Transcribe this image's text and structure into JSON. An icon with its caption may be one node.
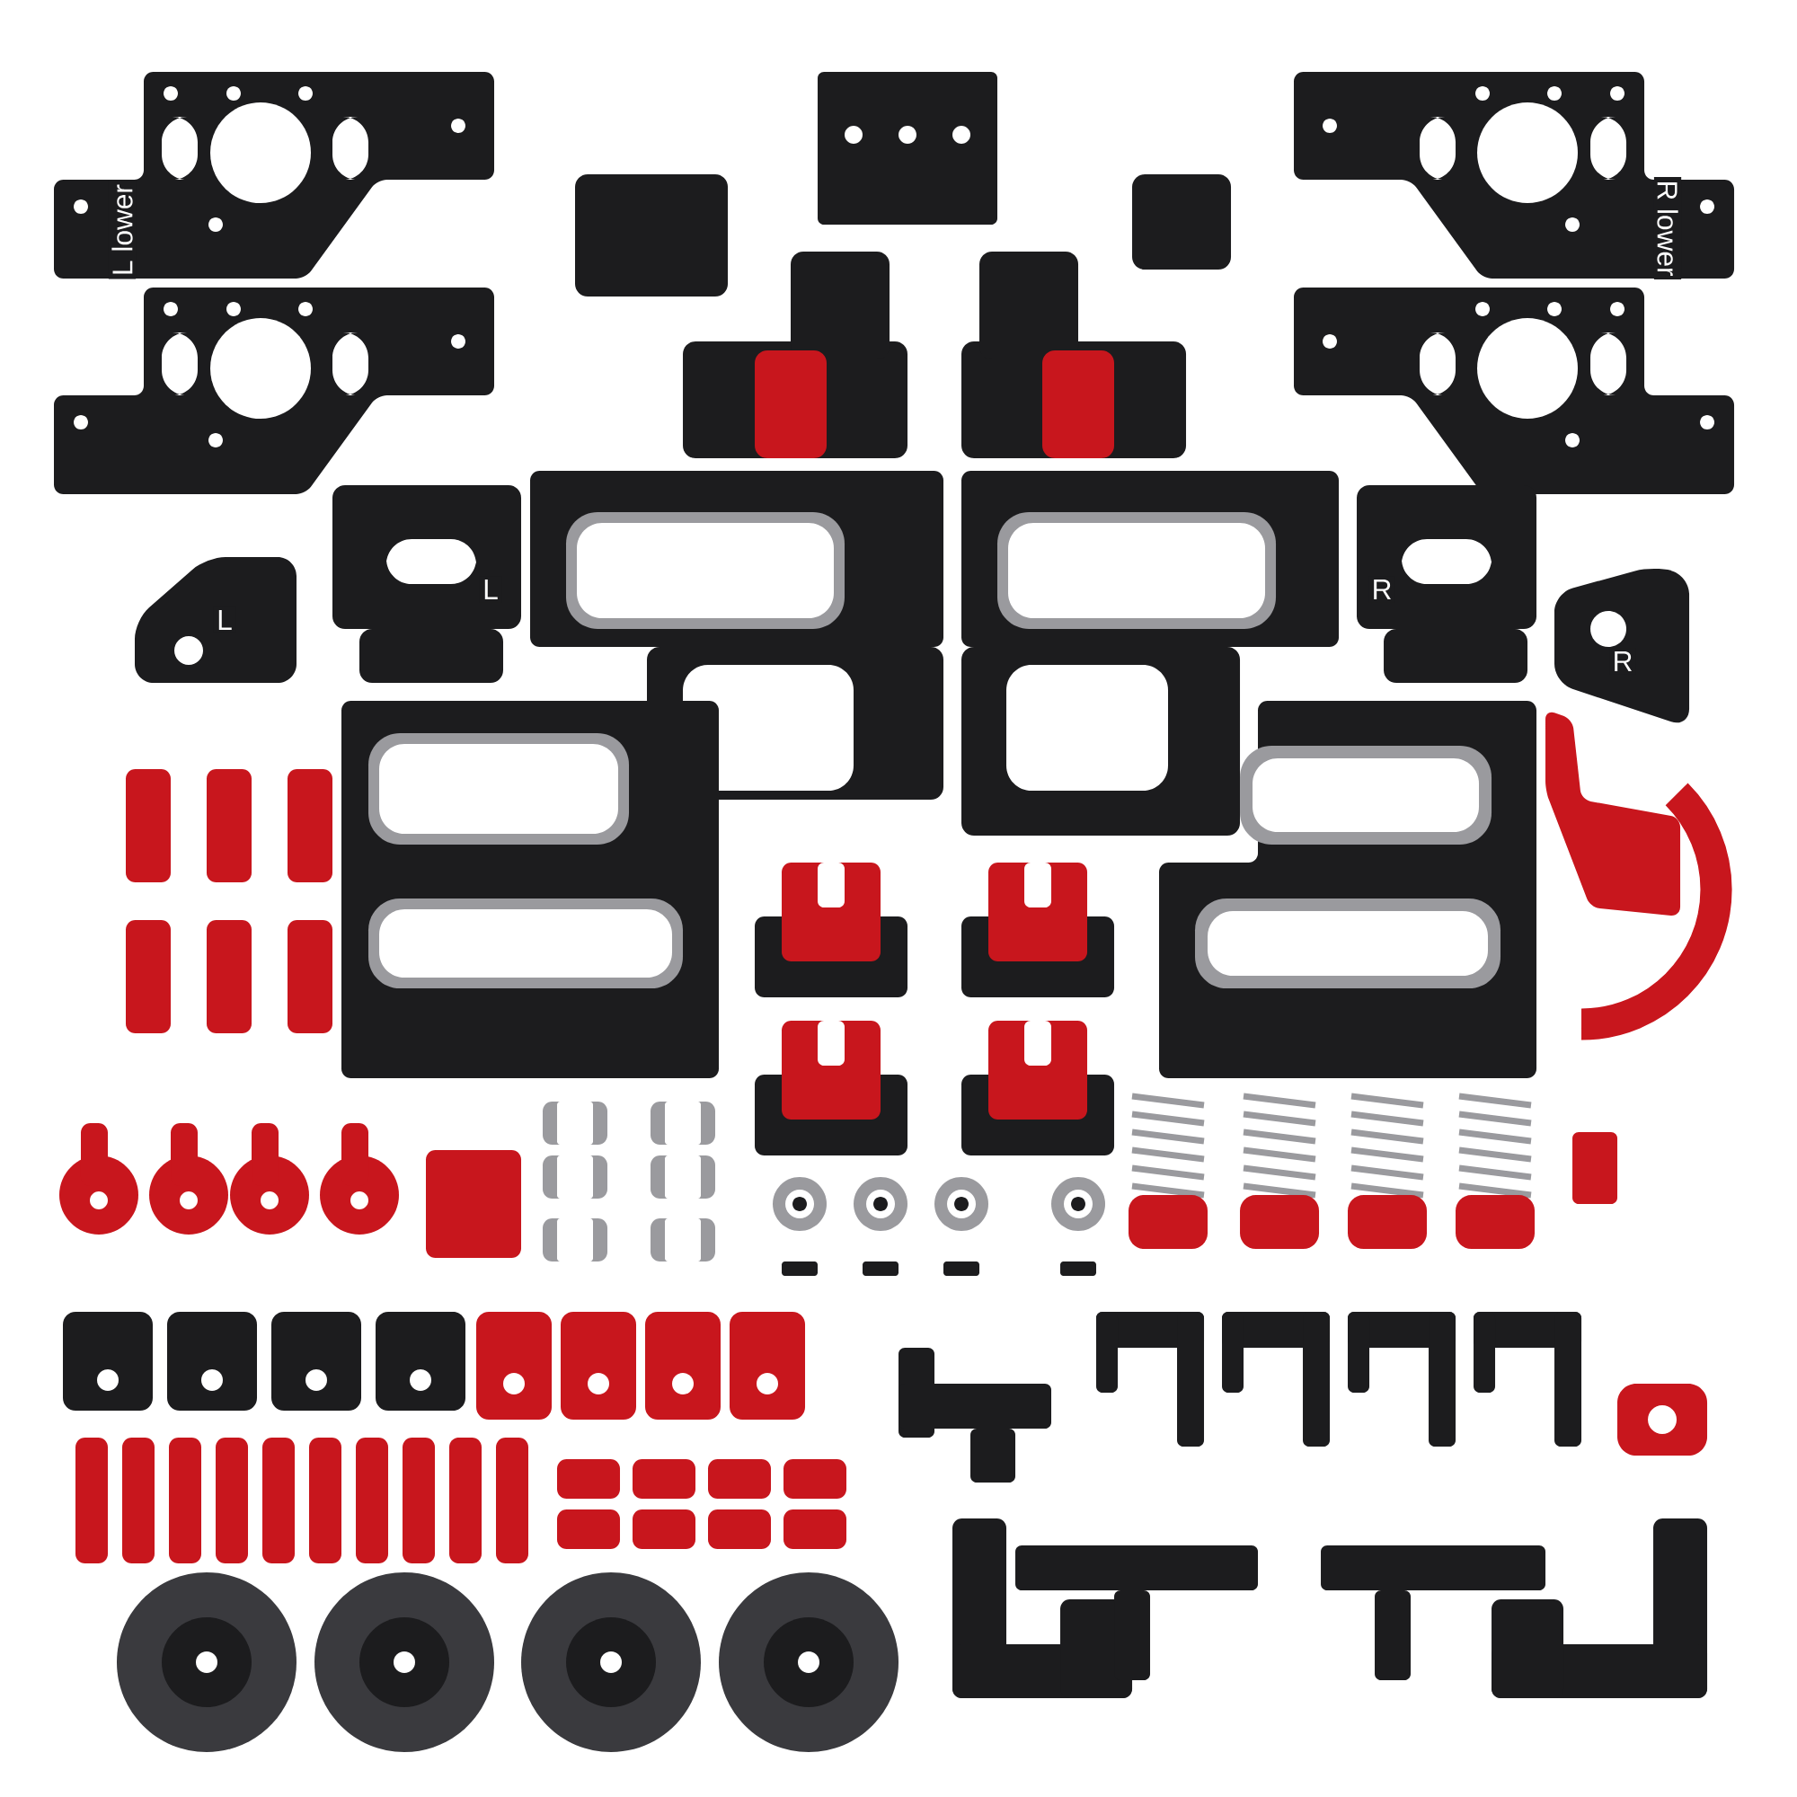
{
  "diagram": {
    "labels": [
      "L lower",
      "R lower",
      "L",
      "R",
      "L",
      "R"
    ]
  }
}
